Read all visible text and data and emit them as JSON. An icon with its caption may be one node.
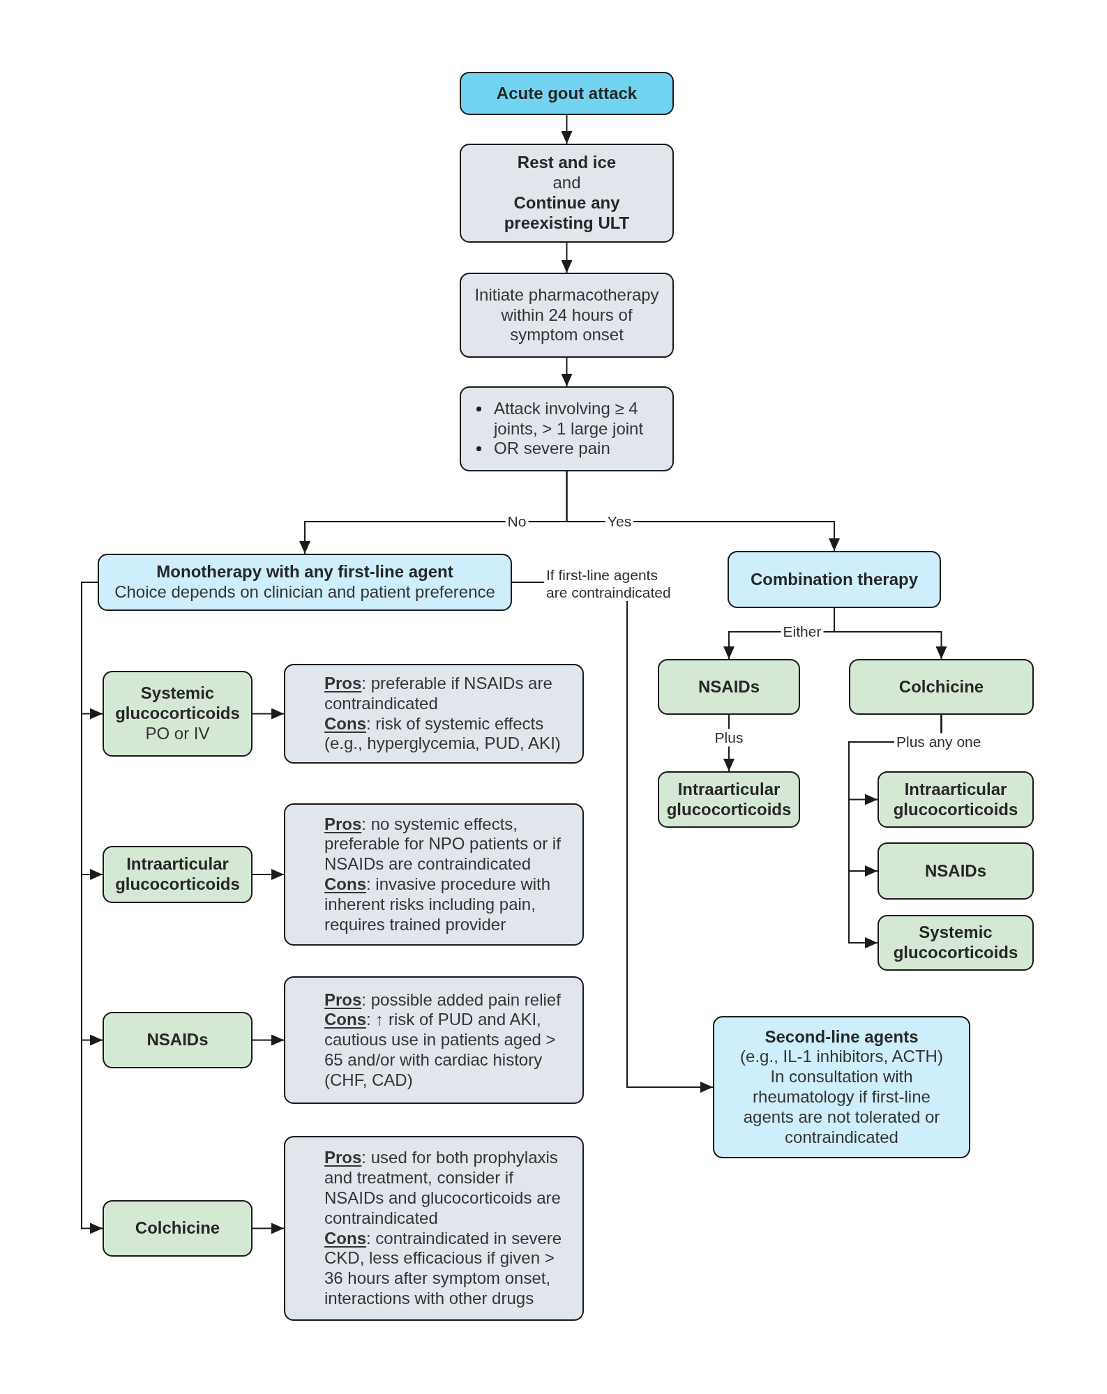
{
  "diagram": {
    "nodes": [
      {
        "text": [
          "Acute gout attack"
        ]
      },
      {
        "text": [
          "Rest and ice",
          "and",
          "Continue any preexisting ULT"
        ]
      },
      {
        "text": [
          "Initiate pharmacotherapy within 24 hours of symptom onset"
        ]
      },
      {
        "text": [
          "Attack involving ≥ 4 joints, > 1 large joint",
          "OR severe pain"
        ]
      },
      {
        "text": [
          "Monotherapy with any first-line agent",
          "Choice depends on clinician and patient preference"
        ]
      },
      {
        "text": [
          "Combination therapy"
        ]
      },
      {
        "text": [
          "NSAIDs"
        ]
      },
      {
        "text": [
          "Colchicine"
        ]
      },
      {
        "text": [
          "Intraarticular glucocorticoids"
        ]
      },
      {
        "text": [
          "Intraarticular glucocorticoids"
        ]
      },
      {
        "text": [
          "NSAIDs"
        ]
      },
      {
        "text": [
          "Systemic glucocorticoids"
        ]
      },
      {
        "text": [
          "Systemic glucocorticoids",
          "PO or IV"
        ]
      },
      {
        "text": [
          "**Pros**: preferable if NSAIDs are contraindicated",
          "**Cons**: risk of systemic effects (e.g., hyperglycemia, PUD, AKI)"
        ]
      },
      {
        "text": [
          "Intraarticular glucocorticoids"
        ]
      },
      {
        "text": [
          "**Pros**: no systemic effects, preferable for NPO patients or if NSAIDs are contraindicated",
          "**Cons**: invasive procedure with inherent risks including pain, requires trained provider"
        ]
      },
      {
        "text": [
          "NSAIDs"
        ]
      },
      {
        "text": [
          "**Pros**: possible added pain relief",
          "**Cons**: ↑ risk of PUD and AKI, cautious use in patients aged > 65 and/or with cardiac history (CHF, CAD)"
        ]
      },
      {
        "text": [
          "Second-line agents",
          "(e.g., IL-1 inhibitors, ACTH)",
          "In consultation with rheumatology if first-line agents are not tolerated or contraindicated"
        ]
      },
      {
        "text": [
          "Colchicine"
        ]
      },
      {
        "text": [
          "**Pros**: used for both prophylaxis and treatment, consider if NSAIDs and glucocorticoids are contraindicated",
          "**Cons**: contraindicated in severe CKD, less efficacious if given > 36 hours after symptom onset, interactions with other drugs"
        ]
      }
    ],
    "edges": [
      {
        "from": 0,
        "to": 1,
        "arrow": "to"
      },
      {
        "from": 1,
        "to": 2,
        "arrow": "to"
      },
      {
        "from": 2,
        "to": 3,
        "arrow": "to"
      },
      {
        "from": 3,
        "to": 4,
        "arrow": "to",
        "label": "No"
      },
      {
        "from": 3,
        "to": 5,
        "arrow": "to",
        "label": "Yes"
      },
      {
        "from": 5,
        "to": 6,
        "arrow": "to",
        "label": "Either"
      },
      {
        "from": 5,
        "to": 7,
        "arrow": "to"
      },
      {
        "from": 6,
        "to": 8,
        "arrow": "to",
        "label": "Plus"
      },
      {
        "from": 7,
        "to": 9,
        "arrow": "to",
        "label": "Plus any one"
      },
      {
        "from": 7,
        "to": 10,
        "arrow": "to"
      },
      {
        "from": 7,
        "to": 11,
        "arrow": "to"
      },
      {
        "from": 4,
        "to": 12,
        "arrow": "to"
      },
      {
        "from": 4,
        "to": 14,
        "arrow": "to"
      },
      {
        "from": 4,
        "to": 16,
        "arrow": "to"
      },
      {
        "from": 4,
        "to": 19,
        "arrow": "to"
      },
      {
        "from": 12,
        "to": 13,
        "arrow": "to"
      },
      {
        "from": 14,
        "to": 15,
        "arrow": "to"
      },
      {
        "from": 16,
        "to": 17,
        "arrow": "to"
      },
      {
        "from": 19,
        "to": 20,
        "arrow": "to"
      },
      {
        "from": 4,
        "to": 18,
        "arrow": "to",
        "label": "If first-line agents are contraindicated"
      }
    ]
  }
}
